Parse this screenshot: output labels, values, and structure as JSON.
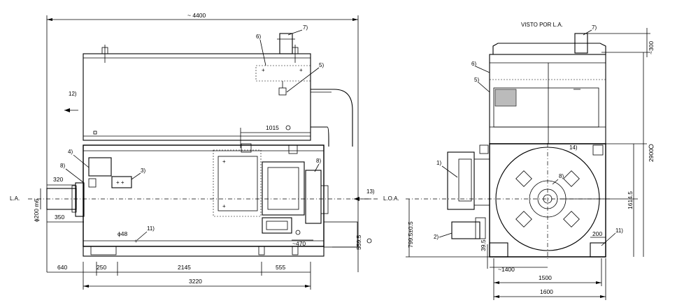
{
  "dimensions": {
    "overall_length": "~ 4400",
    "shaft_len_320": "320",
    "shaft_len_350": "350",
    "shaft_dia": "ϕ200 m6",
    "d_640": "640",
    "d_250": "250",
    "d_2145": "2145",
    "d_555": "555",
    "d_3220": "3220",
    "d_1015": "1015",
    "d_470": "~470",
    "d_5595": "559.5",
    "d_48": "ϕ48",
    "d_300": "~300",
    "d_2900": "2900",
    "d_16145": "1614.5",
    "d_7995": "799.5±0.5",
    "d_395": "39.5",
    "d_200": "200",
    "d_1400": "~1400",
    "d_1500": "1500",
    "d_1600": "1600"
  },
  "labels": {
    "la": "L.A.",
    "loa": "L.O.A.",
    "view_title": "VISTO POR L.A.",
    "c2": "2)",
    "c4": "4)",
    "c1": "1)",
    "c3": "3)",
    "c5": "5)",
    "c5b": "5)",
    "c6": "6)",
    "c6b": "6)",
    "c7": "7)",
    "c7b": "7)",
    "c8": "8)",
    "c8b": "8)",
    "c8c": "8)",
    "c11": "11)",
    "c11b": "11)",
    "c12": "12)",
    "c13": "13)",
    "c14": "14)"
  }
}
